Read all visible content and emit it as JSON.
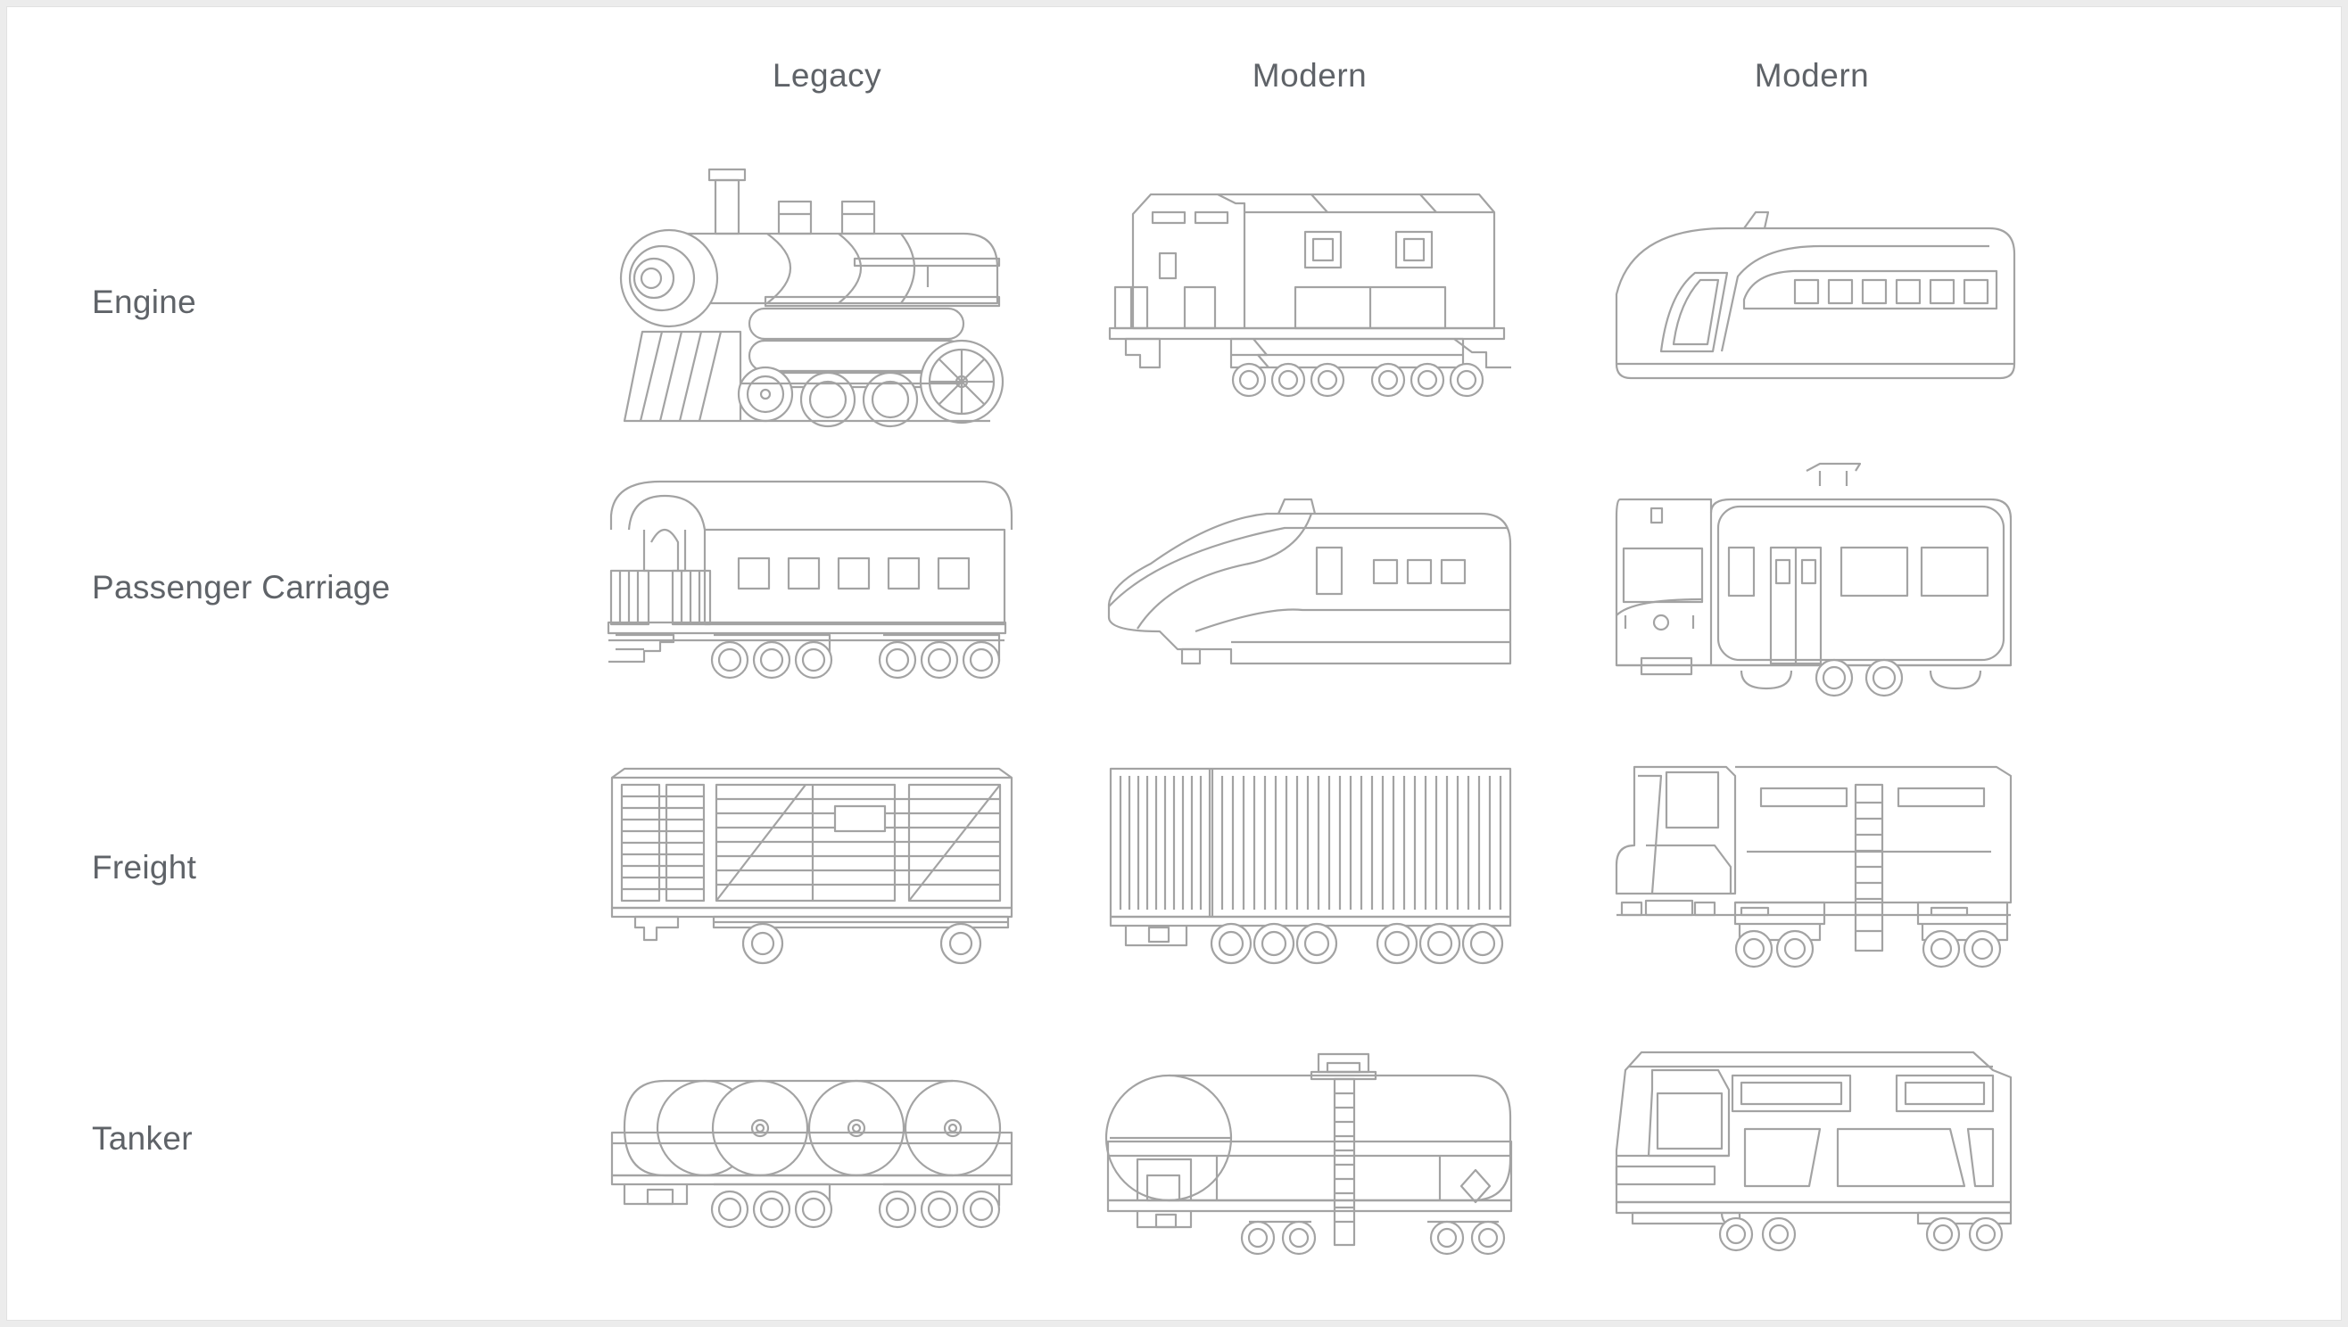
{
  "columns": [
    {
      "label": "Legacy"
    },
    {
      "label": "Modern"
    },
    {
      "label": "Modern"
    }
  ],
  "rows": [
    {
      "label": "Engine"
    },
    {
      "label": "Passenger Carriage"
    },
    {
      "label": "Freight"
    },
    {
      "label": "Tanker"
    }
  ],
  "colors": {
    "background": "#ffffff",
    "frame": "#ececec",
    "text": "#5f6368",
    "line_art": "#a3a3a3"
  }
}
